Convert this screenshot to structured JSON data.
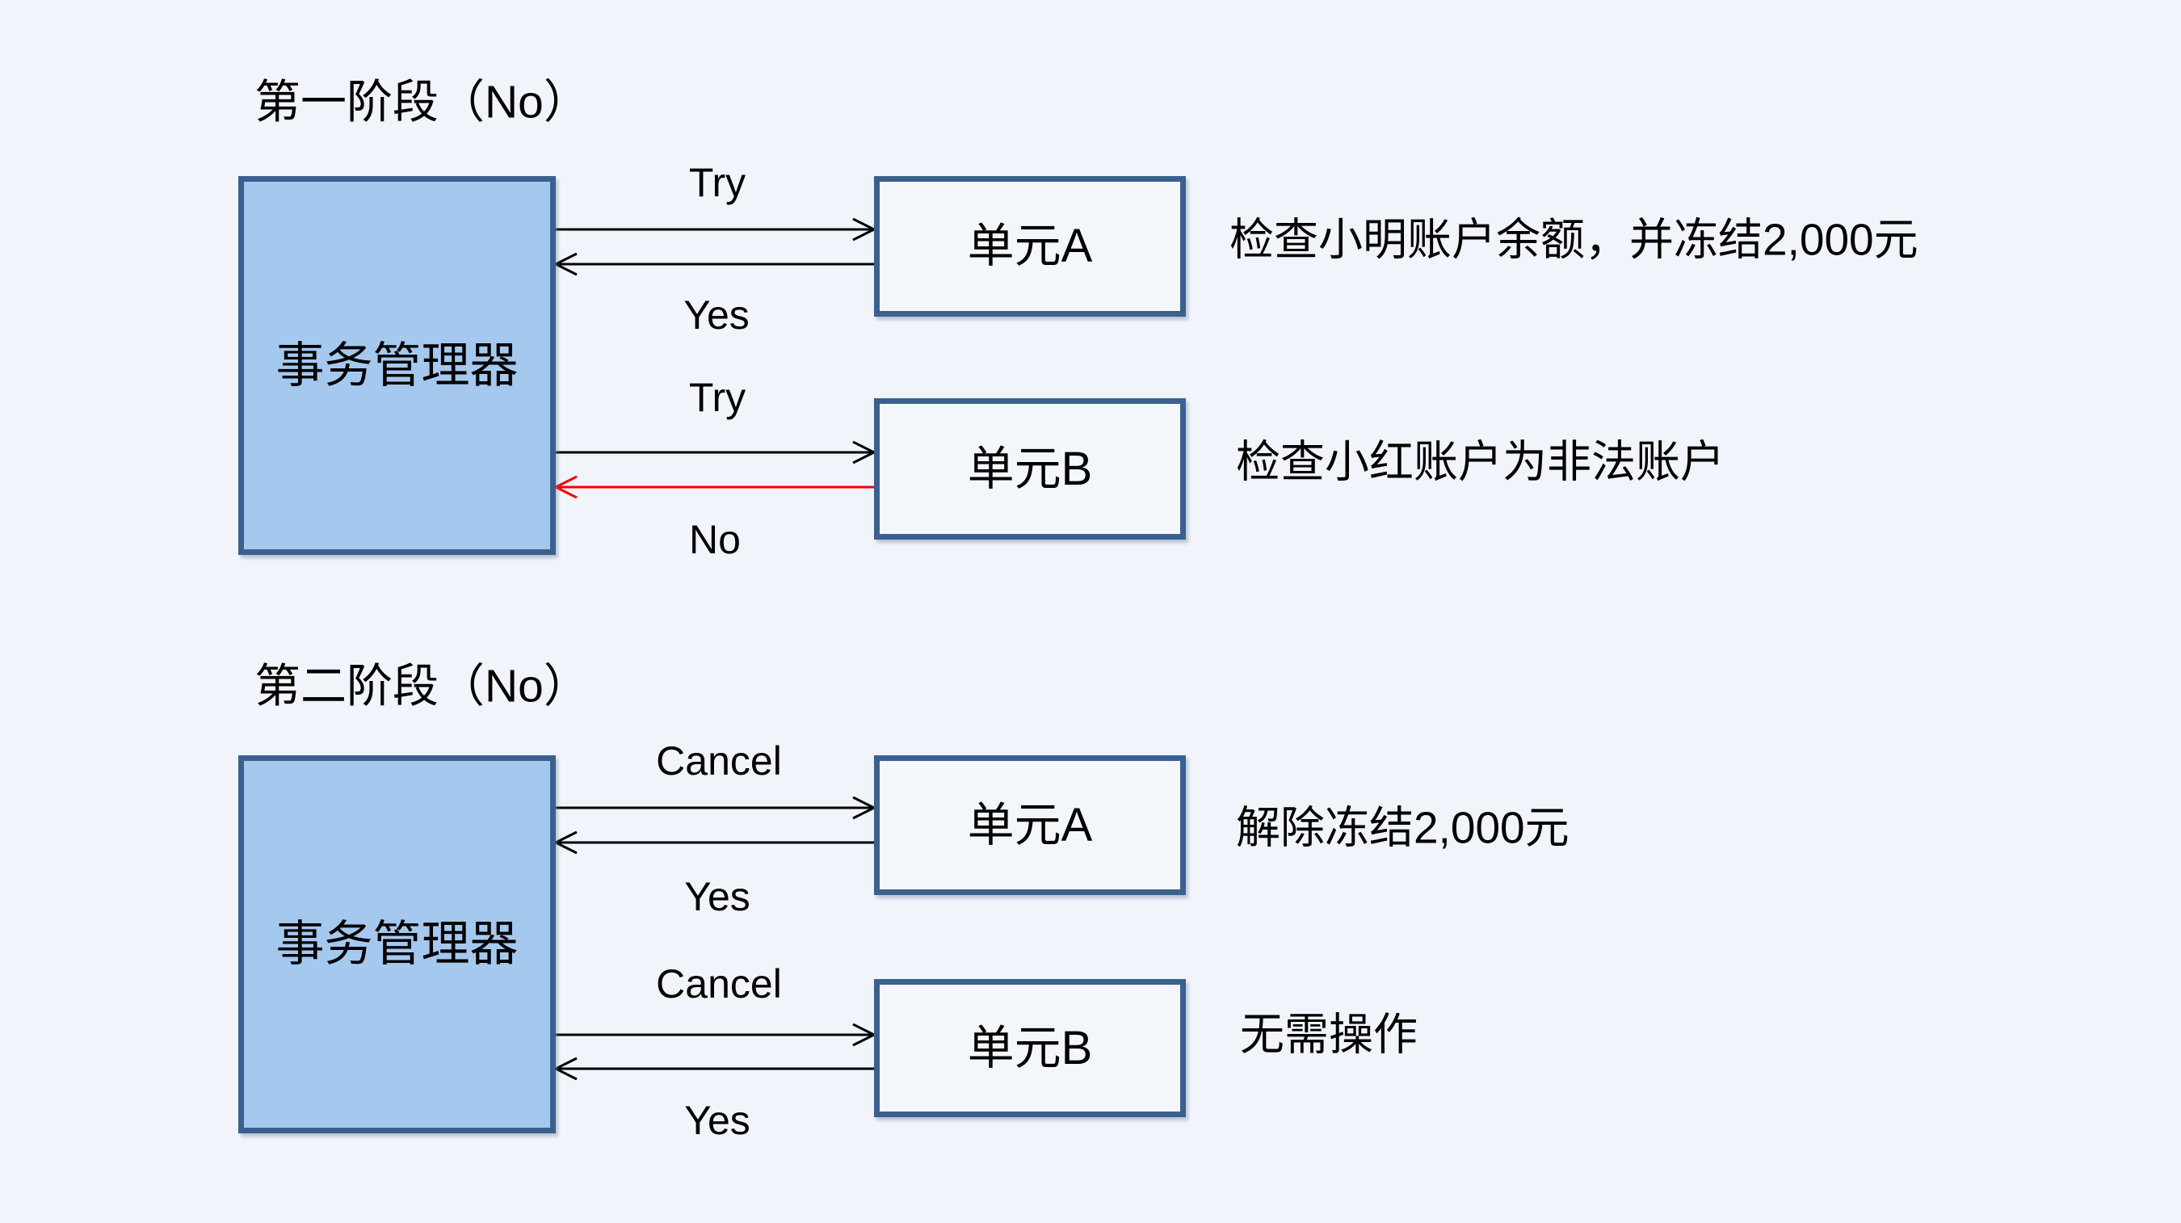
{
  "colors": {
    "background": "#F1F5FB",
    "manager_fill": "#A5C8EF",
    "box_border": "#3A608F",
    "unit_fill": "#F3F7FC",
    "arrow_black": "#000000",
    "arrow_red": "#FF0000",
    "text": "#000000"
  },
  "phases": [
    {
      "title": "第一阶段（No）",
      "manager_label": "事务管理器",
      "units": [
        {
          "label": "单元A",
          "request_label": "Try",
          "response_label": "Yes",
          "description": "检查小明账户余额，并冻结2,000元"
        },
        {
          "label": "单元B",
          "request_label": "Try",
          "response_label": "No",
          "description": "检查小红账户为非法账户"
        }
      ]
    },
    {
      "title": "第二阶段（No）",
      "manager_label": "事务管理器",
      "units": [
        {
          "label": "单元A",
          "request_label": "Cancel",
          "response_label": "Yes",
          "description": "解除冻结2,000元"
        },
        {
          "label": "单元B",
          "request_label": "Cancel",
          "response_label": "Yes",
          "description": "无需操作"
        }
      ]
    }
  ]
}
